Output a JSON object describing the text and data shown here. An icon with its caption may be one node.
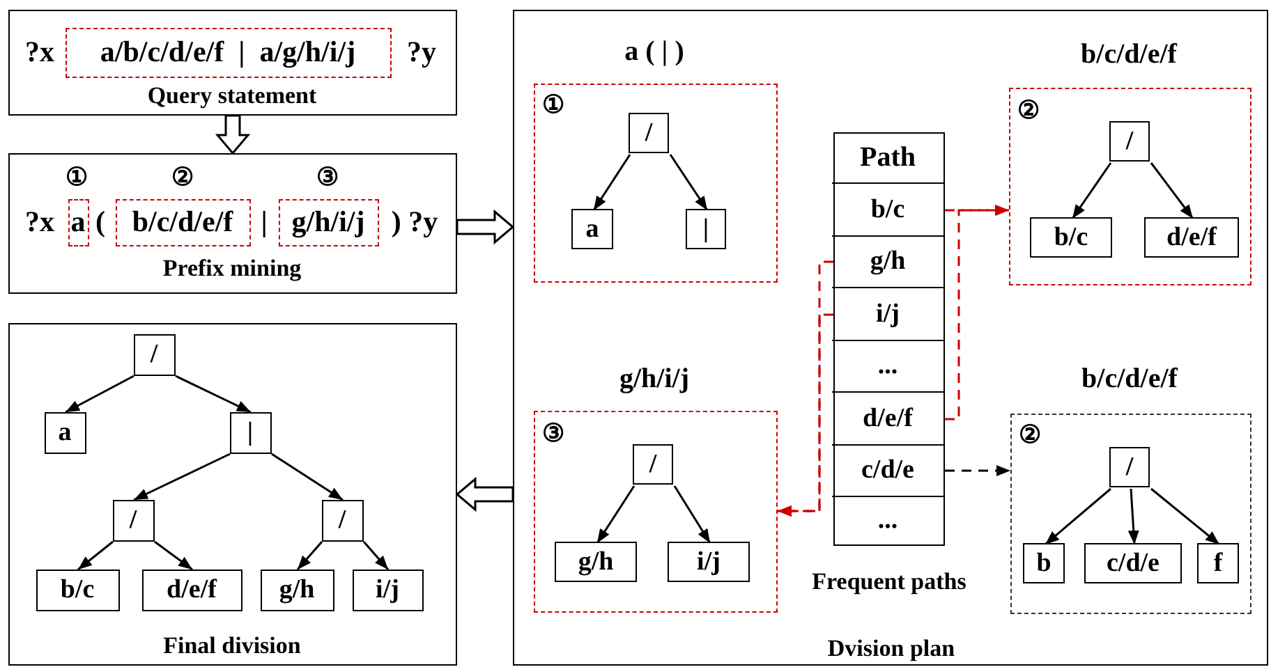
{
  "diagram": {
    "nodes": [
      {
        "text": [
          "?x",
          "?y",
          "Query statement"
        ]
      },
      {
        "text": [
          "a/b/c/d/e/f  |  a/g/h/i/j"
        ],
        "in": 0
      },
      {
        "text": [
          "?x",
          "(",
          "|",
          ") ?y",
          "Prefix mining"
        ]
      },
      {
        "text": [
          "a"
        ],
        "in": 2,
        "beside": [
          "①"
        ]
      },
      {
        "text": [
          "b/c/d/e/f"
        ],
        "in": 2,
        "beside": [
          "②"
        ]
      },
      {
        "text": [
          "g/h/i/j"
        ],
        "in": 2,
        "beside": [
          "③"
        ]
      },
      {
        "text": [
          "Final division"
        ]
      },
      {
        "text": [
          "/"
        ],
        "in": 6
      },
      {
        "text": [
          "a"
        ],
        "in": 6
      },
      {
        "text": [
          "|"
        ],
        "in": 6
      },
      {
        "text": [
          "/"
        ],
        "in": 6
      },
      {
        "text": [
          "/"
        ],
        "in": 6
      },
      {
        "text": [
          "b/c"
        ],
        "in": 6
      },
      {
        "text": [
          "d/e/f"
        ],
        "in": 6
      },
      {
        "text": [
          "g/h"
        ],
        "in": 6
      },
      {
        "text": [
          "i/j"
        ],
        "in": 6
      },
      {
        "text": [
          "Dvision plan"
        ]
      },
      {
        "text": [
          "a ( | )",
          "①"
        ],
        "in": 16
      },
      {
        "text": [
          "/"
        ],
        "in": 17
      },
      {
        "text": [
          "a"
        ],
        "in": 17
      },
      {
        "text": [
          "|"
        ],
        "in": 17
      },
      {
        "text": [
          "b/c/d/e/f",
          "②"
        ],
        "in": 16
      },
      {
        "text": [
          "/"
        ],
        "in": 21
      },
      {
        "text": [
          "b/c"
        ],
        "in": 21
      },
      {
        "text": [
          "d/e/f"
        ],
        "in": 21
      },
      {
        "text": [
          "Path"
        ],
        "in": 16,
        "beside": [
          "Frequent paths"
        ]
      },
      {
        "text": [
          "b/c"
        ],
        "in": 25
      },
      {
        "text": [
          "g/h"
        ],
        "in": 25
      },
      {
        "text": [
          "i/j"
        ],
        "in": 25
      },
      {
        "text": [
          "..."
        ],
        "in": 25
      },
      {
        "text": [
          "d/e/f"
        ],
        "in": 25
      },
      {
        "text": [
          "c/d/e"
        ],
        "in": 25
      },
      {
        "text": [
          "..."
        ],
        "in": 25
      },
      {
        "text": [
          "g/h/i/j",
          "③"
        ],
        "in": 16
      },
      {
        "text": [
          "/"
        ],
        "in": 33
      },
      {
        "text": [
          "g/h"
        ],
        "in": 33
      },
      {
        "text": [
          "i/j"
        ],
        "in": 33
      },
      {
        "text": [
          "b/c/d/e/f",
          "②"
        ],
        "in": 16
      },
      {
        "text": [
          "/"
        ],
        "in": 37
      },
      {
        "text": [
          "b"
        ],
        "in": 37
      },
      {
        "text": [
          "c/d/e"
        ],
        "in": 37
      },
      {
        "text": [
          "f"
        ],
        "in": 37
      }
    ],
    "edges": [
      {
        "from": 0,
        "to": 2,
        "arrow": "to",
        "style": "thick"
      },
      {
        "from": 2,
        "to": 16,
        "arrow": "to",
        "style": "thick"
      },
      {
        "from": 16,
        "to": 6,
        "arrow": "to",
        "style": "thick"
      },
      {
        "from": 7,
        "to": 8,
        "arrow": "to"
      },
      {
        "from": 7,
        "to": 9,
        "arrow": "to"
      },
      {
        "from": 9,
        "to": 10,
        "arrow": "to"
      },
      {
        "from": 9,
        "to": 11,
        "arrow": "to"
      },
      {
        "from": 10,
        "to": 12,
        "arrow": "to"
      },
      {
        "from": 10,
        "to": 13,
        "arrow": "to"
      },
      {
        "from": 11,
        "to": 14,
        "arrow": "to"
      },
      {
        "from": 11,
        "to": 15,
        "arrow": "to"
      },
      {
        "from": 18,
        "to": 19,
        "arrow": "to"
      },
      {
        "from": 18,
        "to": 20,
        "arrow": "to"
      },
      {
        "from": 22,
        "to": 23,
        "arrow": "to"
      },
      {
        "from": 22,
        "to": 24,
        "arrow": "to"
      },
      {
        "from": 34,
        "to": 35,
        "arrow": "to"
      },
      {
        "from": 34,
        "to": 36,
        "arrow": "to"
      },
      {
        "from": 38,
        "to": 39,
        "arrow": "to"
      },
      {
        "from": 38,
        "to": 40,
        "arrow": "to"
      },
      {
        "from": 38,
        "to": 41,
        "arrow": "to"
      },
      {
        "from": 26,
        "to": 21,
        "arrow": "to",
        "style": "dashed",
        "color": "#cc0000"
      },
      {
        "from": 30,
        "to": 21,
        "arrow": "to",
        "style": "dashed",
        "color": "#cc0000"
      },
      {
        "from": 27,
        "to": 33,
        "arrow": "to",
        "style": "dashed",
        "color": "#cc0000"
      },
      {
        "from": 28,
        "to": 33,
        "arrow": "to",
        "style": "dashed",
        "color": "#cc0000"
      },
      {
        "from": 31,
        "to": 37,
        "arrow": "to",
        "style": "dashed"
      }
    ]
  }
}
